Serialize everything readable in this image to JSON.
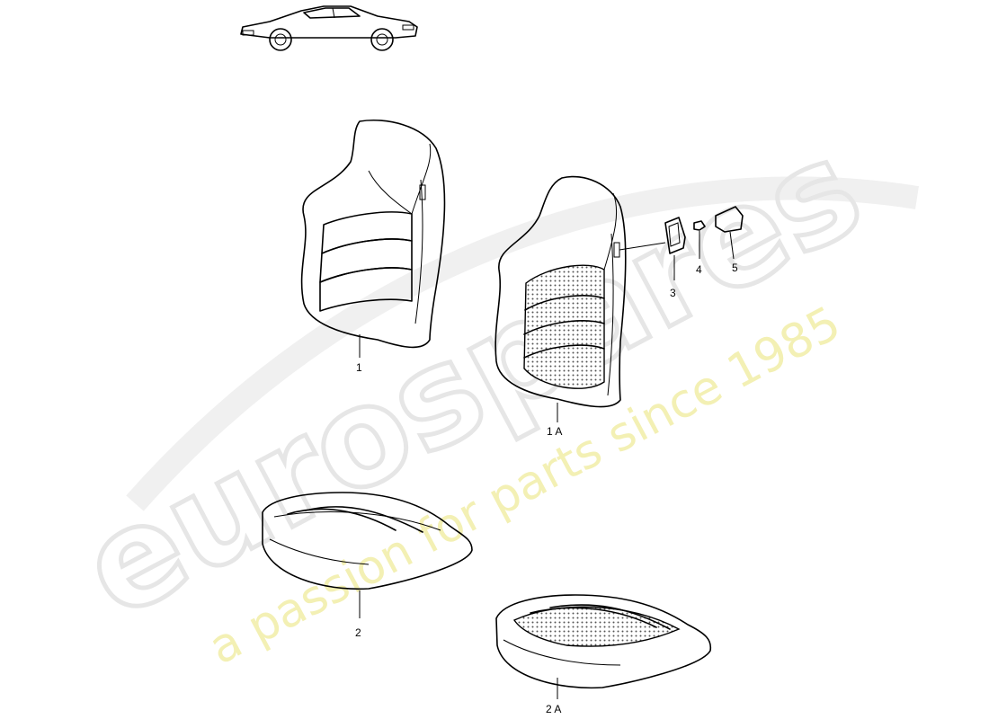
{
  "watermark": {
    "brand": "eurospares",
    "tagline": "a passion for parts since 1985"
  },
  "callouts": {
    "part_1": "1",
    "part_1a": "1 A",
    "part_2": "2",
    "part_2a": "2 A",
    "part_3": "3",
    "part_4": "4",
    "part_5": "5"
  }
}
